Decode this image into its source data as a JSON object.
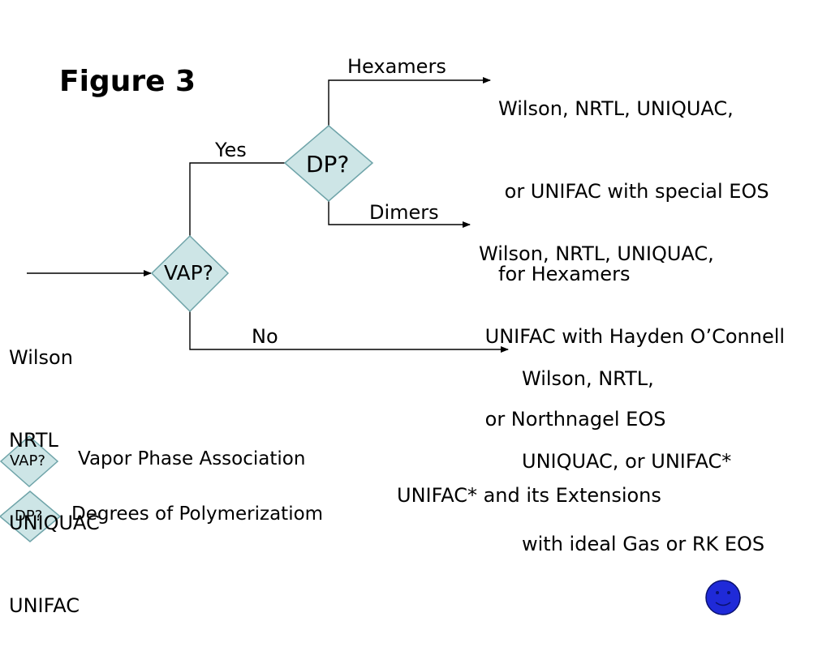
{
  "title": "Figure 3",
  "nodes": {
    "vap": "VAP?",
    "dp": "DP?"
  },
  "branches": {
    "yes": "Yes",
    "no": "No",
    "hexamers": "Hexamers",
    "dimers": "Dimers"
  },
  "input_models": [
    "Wilson",
    "NRTL",
    "UNIQUAC",
    "UNIFAC"
  ],
  "outcomes": {
    "hexamers": [
      "Wilson, NRTL, UNIQUAC,",
      " or UNIFAC with special EOS",
      "for Hexamers"
    ],
    "dimers": [
      "Wilson, NRTL, UNIQUAC,",
      " UNIFAC with Hayden O’Connell",
      " or Northnagel EOS"
    ],
    "no": [
      "Wilson, NRTL,",
      "UNIQUAC, or UNIFAC*",
      "with ideal Gas or RK EOS"
    ]
  },
  "legend": [
    {
      "symbol": "VAP?",
      "meaning": "Vapor Phase Association"
    },
    {
      "symbol": "DP?",
      "meaning": "Degrees of Polymerizatiom"
    }
  ],
  "footnote": "UNIFAC* and its Extensions",
  "colors": {
    "diamond_fill": "#cde5e6",
    "diamond_stroke": "#6fa4a9",
    "smiley_fill": "#1f2ad8",
    "line": "#000000"
  },
  "icons": [
    "smiley-face-icon"
  ]
}
